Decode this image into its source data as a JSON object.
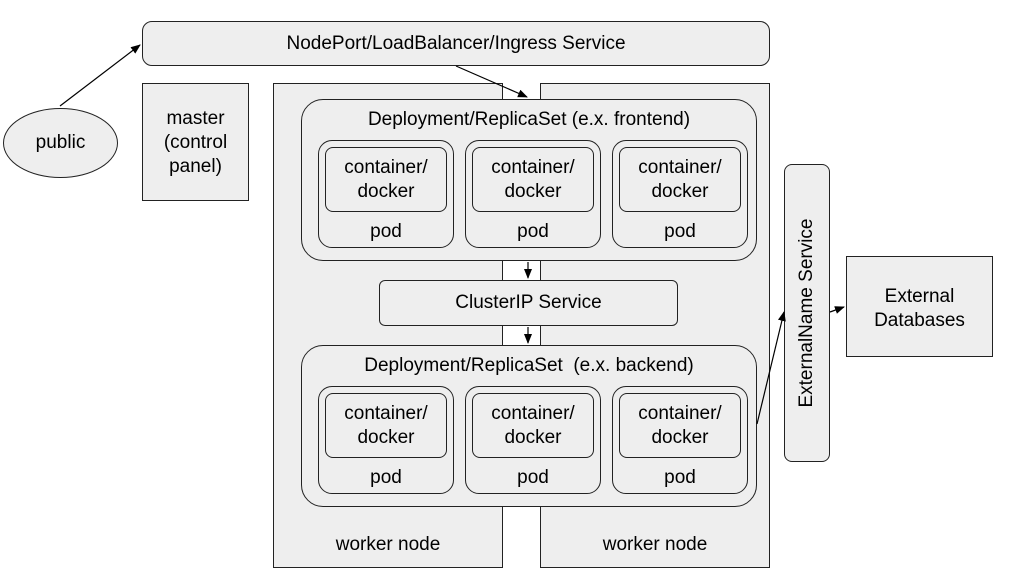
{
  "ingress": {
    "label": "NodePort/LoadBalancer/Ingress Service"
  },
  "public": {
    "label": "public"
  },
  "master": {
    "line1": "master",
    "line2": "(control",
    "line3": "panel)"
  },
  "worker_nodes": [
    {
      "label": "worker node"
    },
    {
      "label": "worker node"
    }
  ],
  "frontend": {
    "title": "Deployment/ReplicaSet (e.x. frontend)",
    "pods": [
      {
        "container_line1": "container/",
        "container_line2": "docker",
        "pod_label": "pod"
      },
      {
        "container_line1": "container/",
        "container_line2": "docker",
        "pod_label": "pod"
      },
      {
        "container_line1": "container/",
        "container_line2": "docker",
        "pod_label": "pod"
      }
    ]
  },
  "clusterip": {
    "label": "ClusterIP Service"
  },
  "backend": {
    "title": "Deployment/ReplicaSet  (e.x. backend)",
    "pods": [
      {
        "container_line1": "container/",
        "container_line2": "docker",
        "pod_label": "pod"
      },
      {
        "container_line1": "container/",
        "container_line2": "docker",
        "pod_label": "pod"
      },
      {
        "container_line1": "container/",
        "container_line2": "docker",
        "pod_label": "pod"
      }
    ]
  },
  "externalname": {
    "label": "ExternalName Service"
  },
  "external_db": {
    "line1": "External",
    "line2": "Databases"
  }
}
